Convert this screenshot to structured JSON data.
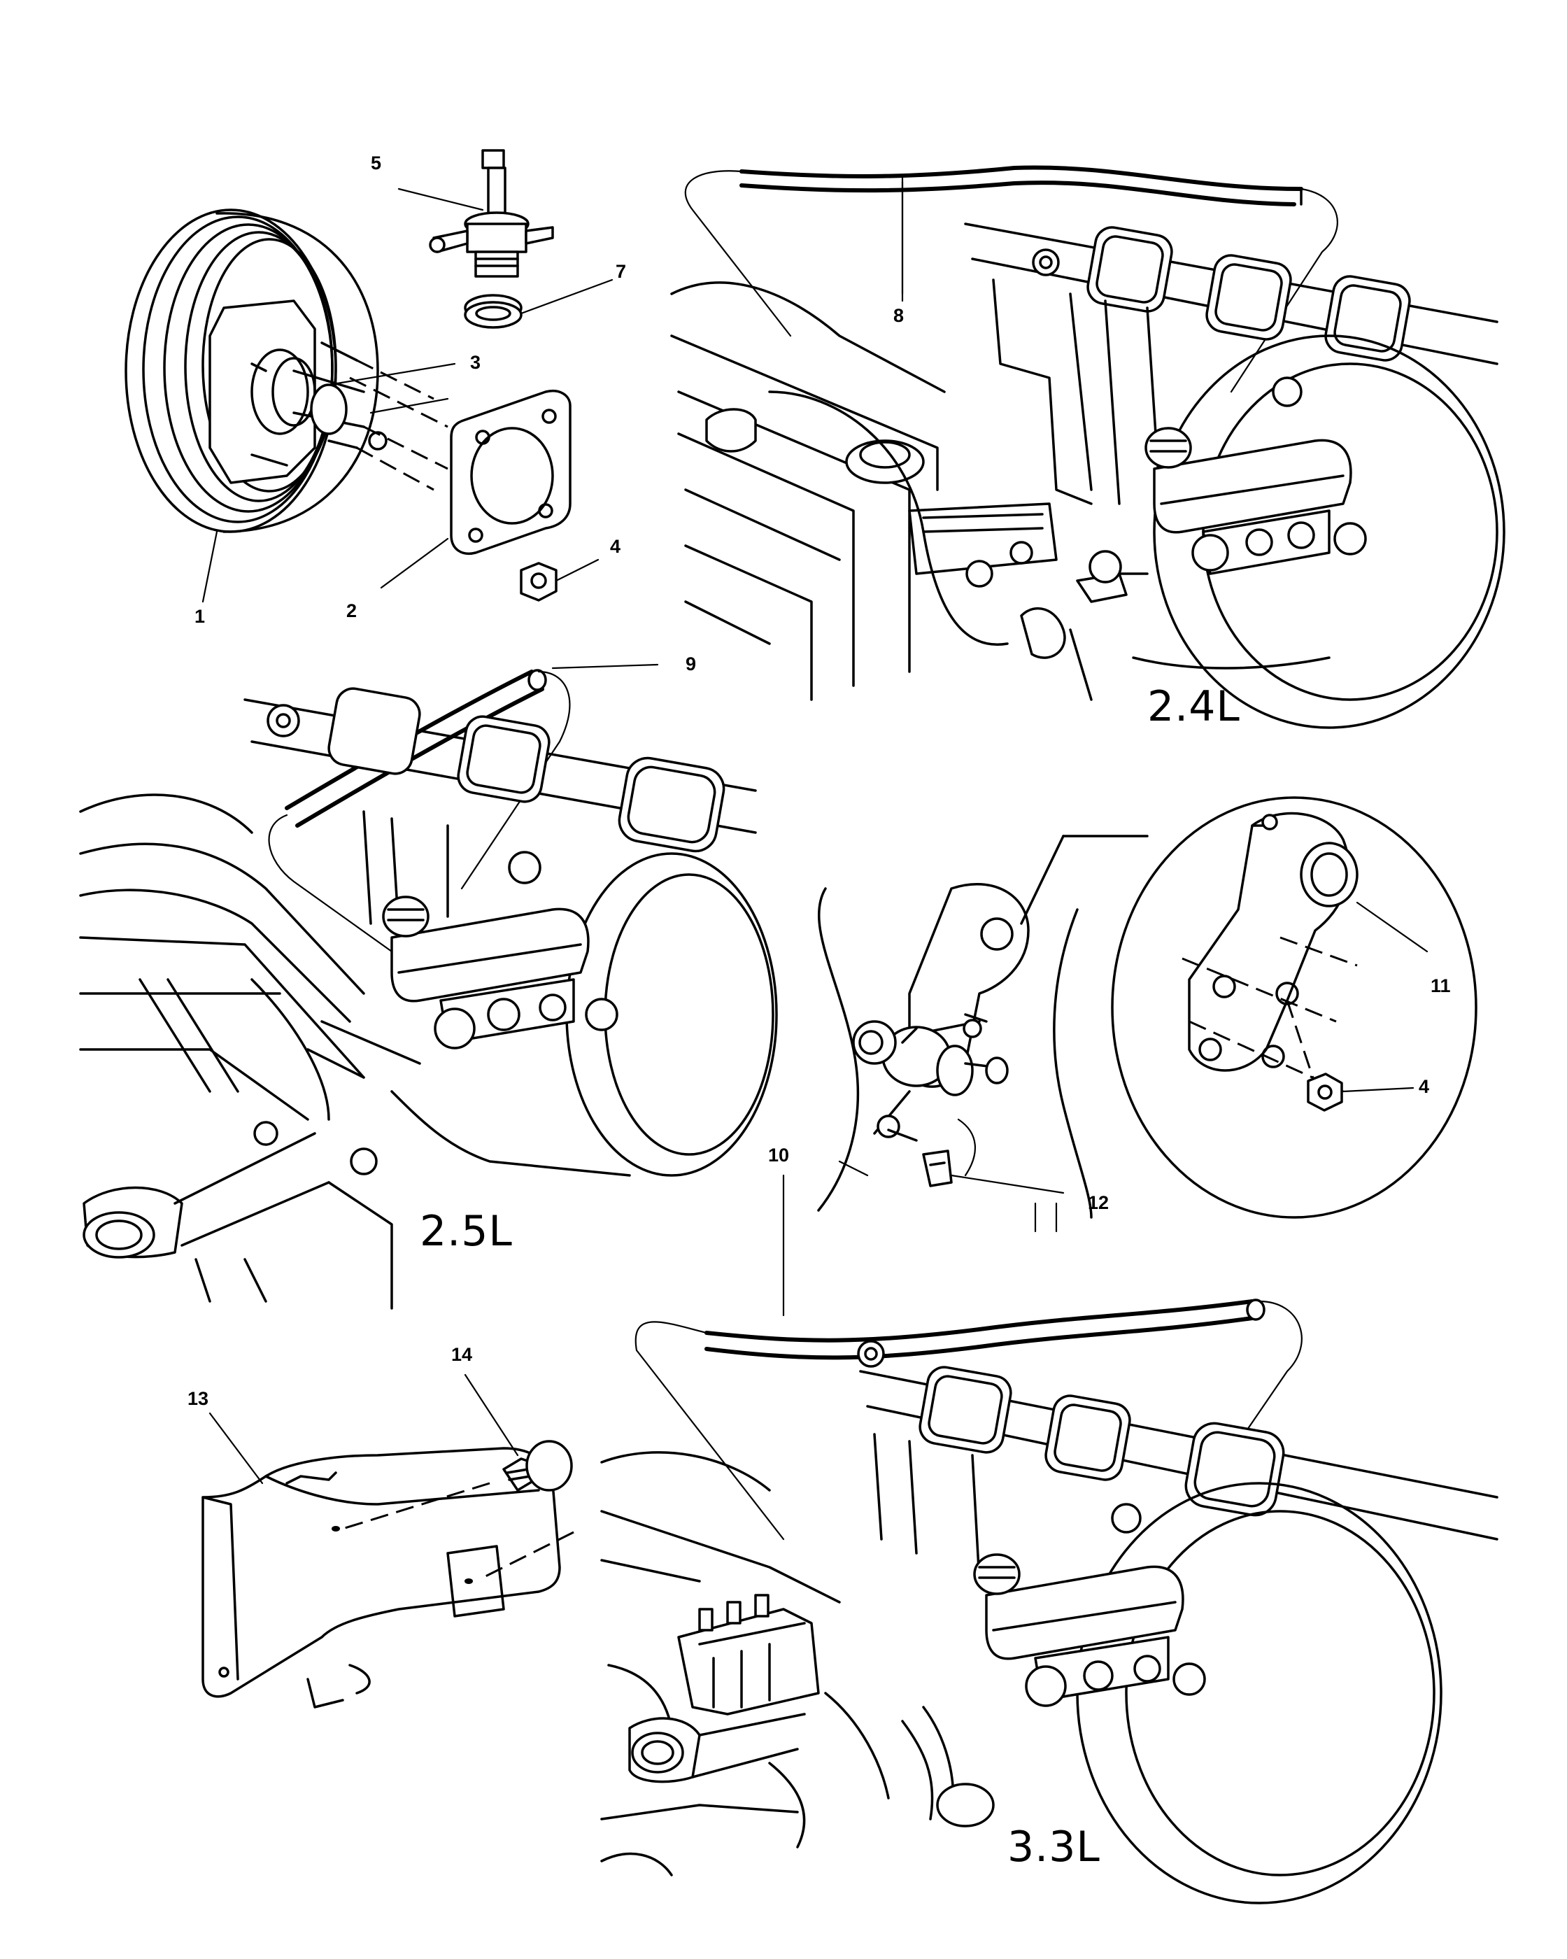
{
  "diagram": {
    "callouts": {
      "c1": "1",
      "c2": "2",
      "c3": "3",
      "c4a": "4",
      "c4b": "4",
      "c5": "5",
      "c7": "7",
      "c8": "8",
      "c9": "9",
      "c10": "10",
      "c11": "11",
      "c12": "12",
      "c13": "13",
      "c14": "14"
    },
    "engine_labels": {
      "l24": "2.4L",
      "l25": "2.5L",
      "l33": "3.3L"
    }
  }
}
